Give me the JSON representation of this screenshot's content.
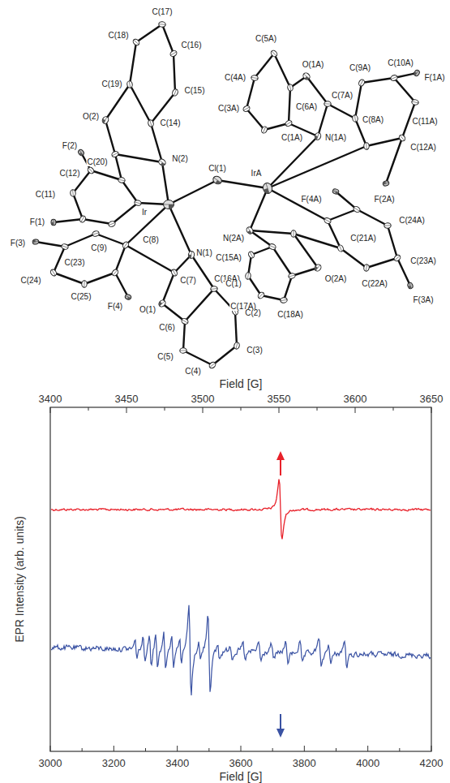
{
  "diagram": {
    "labels": [
      "C(17)",
      "C(18)",
      "C(16)",
      "C(5A)",
      "C(6A)",
      "O(1A)",
      "C(9A)",
      "F(1A)",
      "C(4A)",
      "C(19)",
      "C(15)",
      "C(10A)",
      "C(7A)",
      "C(3A)",
      "C(8A)",
      "O(2)",
      "C(14)",
      "C(1A)",
      "N(1A)",
      "C(11A)",
      "F(2)",
      "C(20)",
      "N(2)",
      "Cl(1)",
      "C(12A)",
      "C(12)",
      "IrA",
      "F(4A)",
      "C(11)",
      "F(2A)",
      "Ir",
      "F(1)",
      "C(24A)",
      "C(9)",
      "C(8)",
      "N(2A)",
      "C(21A)",
      "F(3)",
      "C(23)",
      "C(15A)",
      "C(23A)",
      "N(1)",
      "C(16A)",
      "C(7)",
      "C(24)",
      "C(25)",
      "C(17A)",
      "O(2A)",
      "C(1)",
      "F(4)",
      "C(18A)",
      "C(22A)",
      "O(1)",
      "F(3A)",
      "C(2)",
      "C(6)",
      "C(5)",
      "C(3)",
      "C(4)",
      "Field [G]",
      "3400",
      "3450",
      "3500",
      "3550",
      "3600",
      "3650",
      "EPR Intensity (arb. units)",
      "3000",
      "3200",
      "3400",
      "3600",
      "3800",
      "4000",
      "4200",
      "Field [G]"
    ]
  }
}
